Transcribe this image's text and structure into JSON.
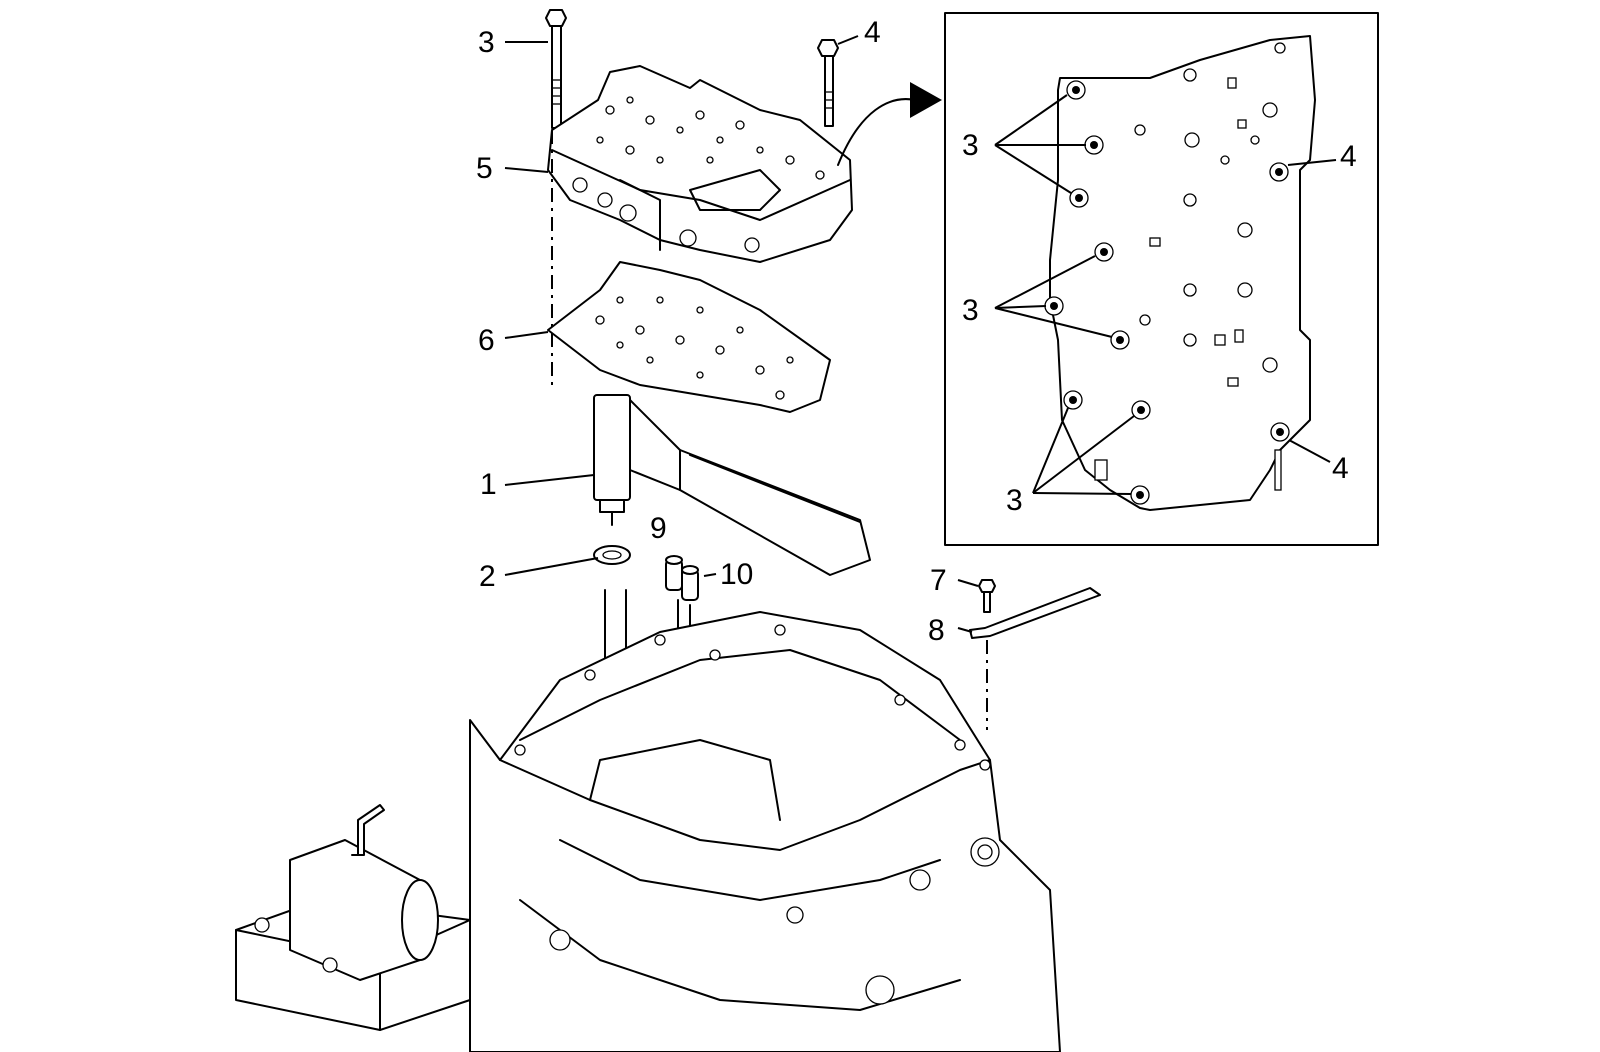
{
  "callouts": {
    "c1": "1",
    "c2": "2",
    "c3": "3",
    "c4": "4",
    "c5": "5",
    "c6": "6",
    "c7": "7",
    "c8": "8",
    "c9": "9",
    "c10": "10"
  },
  "inset": {
    "c3a": "3",
    "c3b": "3",
    "c3c": "3",
    "c4a": "4",
    "c4b": "4"
  }
}
